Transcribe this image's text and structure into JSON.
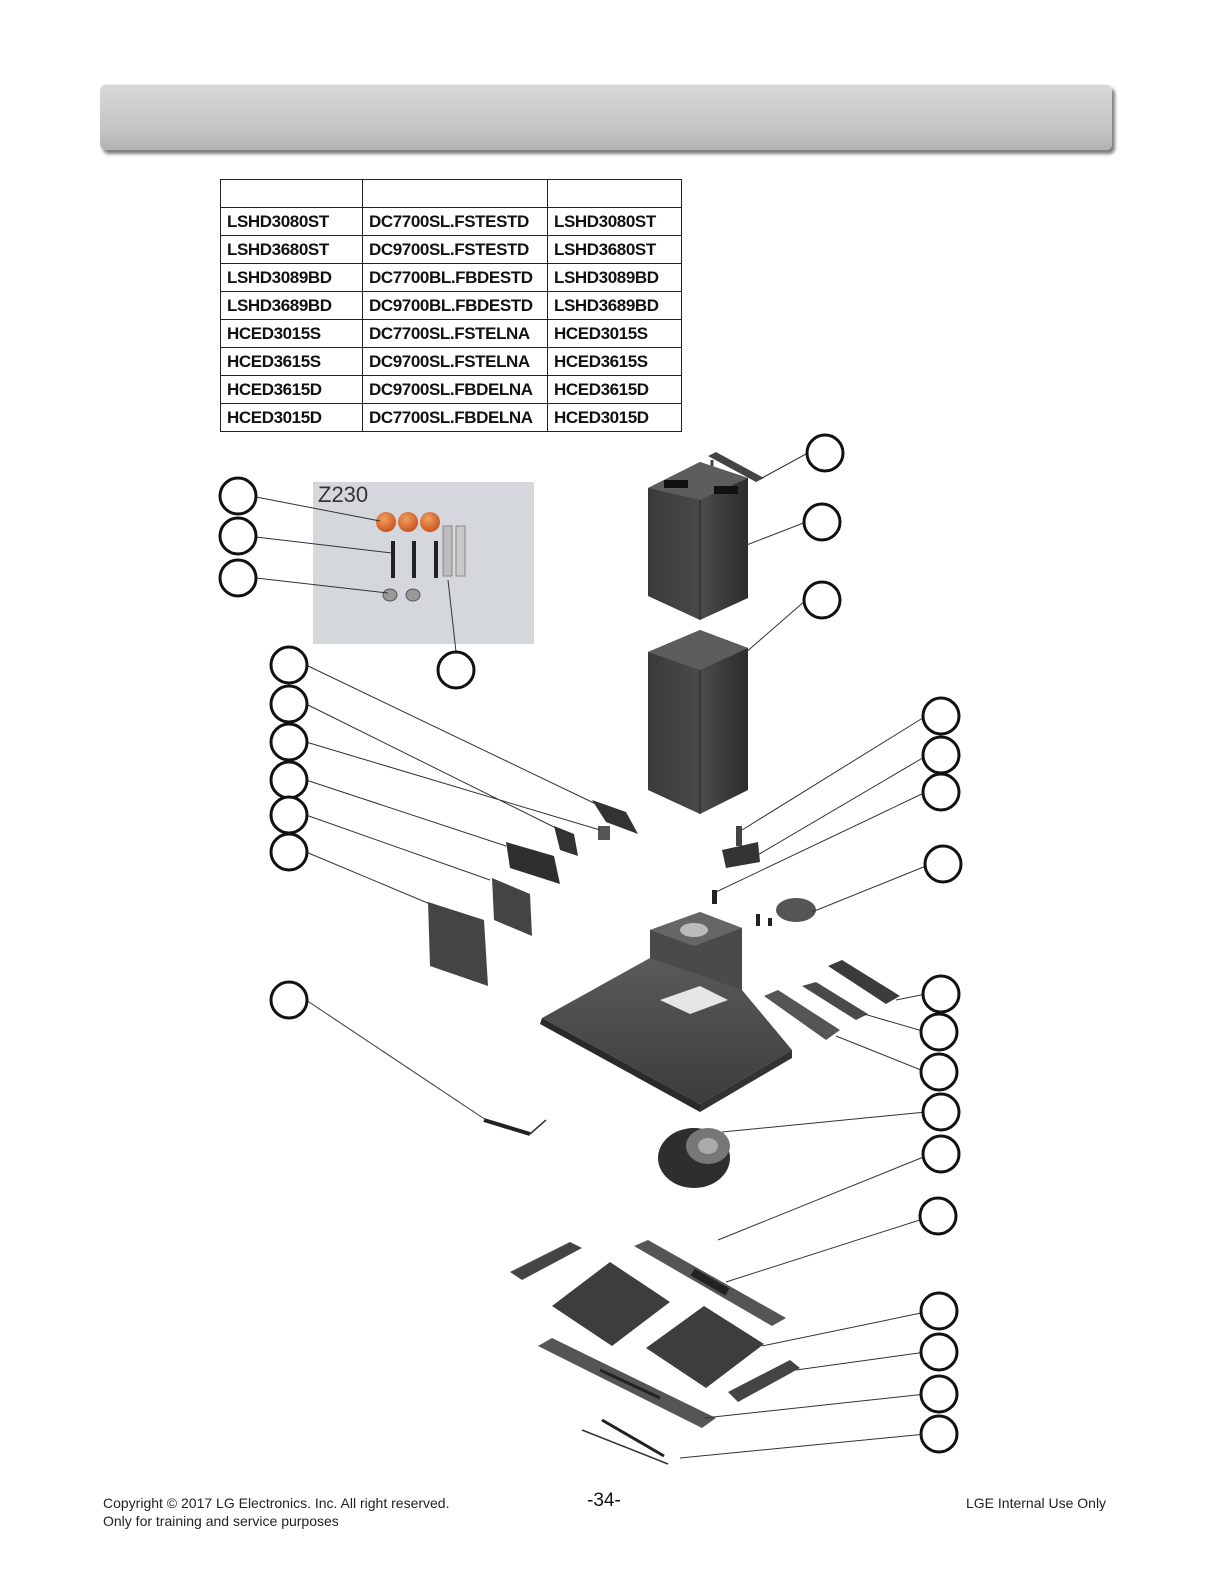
{
  "header": {
    "title": ""
  },
  "model_table": {
    "headers": [
      "",
      "",
      ""
    ],
    "rows": [
      [
        "LSHD3080ST",
        "DC7700SL.FSTESTD",
        "LSHD3080ST"
      ],
      [
        "LSHD3680ST",
        "DC9700SL.FSTESTD",
        "LSHD3680ST"
      ],
      [
        "LSHD3089BD",
        "DC7700BL.FBDESTD",
        "LSHD3089BD"
      ],
      [
        "LSHD3689BD",
        "DC9700BL.FBDESTD",
        "LSHD3689BD"
      ],
      [
        "HCED3015S",
        "DC7700SL.FSTELNA",
        "HCED3015S"
      ],
      [
        "HCED3615S",
        "DC9700SL.FSTELNA",
        "HCED3615S"
      ],
      [
        "HCED3615D",
        "DC9700SL.FBDELNA",
        "HCED3615D"
      ],
      [
        "HCED3015D",
        "DC7700SL.FBDELNA",
        "HCED3015D"
      ]
    ]
  },
  "diagram": {
    "kit_label": "Z230"
  },
  "footer": {
    "copyright": "Copyright © 2017 LG Electronics. Inc. All right reserved.",
    "training": "Only for training and service purposes",
    "page_number": "-34-",
    "internal": "LGE Internal Use Only"
  }
}
